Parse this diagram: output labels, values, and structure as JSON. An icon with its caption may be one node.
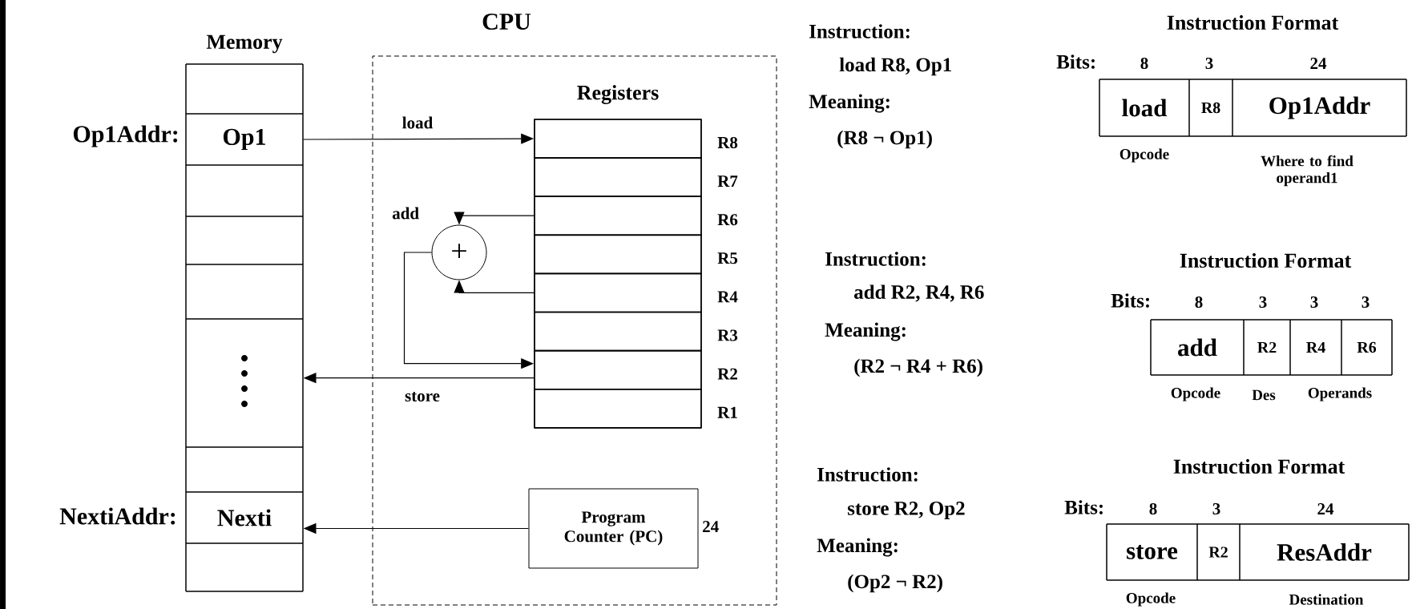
{
  "diagram": {
    "nodes": [
      {
        "text": [
          "Memory"
        ]
      },
      {
        "text": [],
        "shape": "box",
        "in": 0
      },
      {
        "text": [
          "Op1"
        ],
        "beside": [
          "Op1Addr:"
        ],
        "in": 0
      },
      {
        "text": [],
        "shape": "box",
        "in": 0
      },
      {
        "text": [],
        "shape": "box",
        "in": 0
      },
      {
        "text": [],
        "shape": "box",
        "in": 0
      },
      {
        "text": [],
        "shape": "box",
        "in": 0
      },
      {
        "text": [],
        "shape": "box",
        "in": 0
      },
      {
        "text": [
          "Nexti"
        ],
        "beside": [
          "NextiAddr:"
        ],
        "in": 0
      },
      {
        "text": [],
        "shape": "box",
        "in": 0
      },
      {
        "text": [
          "CPU"
        ]
      },
      {
        "text": [
          "Registers"
        ],
        "in": 10
      },
      {
        "text": [],
        "shape": "box",
        "beside": [
          "R8"
        ],
        "in": 11
      },
      {
        "text": [],
        "shape": "box",
        "beside": [
          "R7"
        ],
        "in": 11
      },
      {
        "text": [],
        "shape": "box",
        "beside": [
          "R6"
        ],
        "in": 11
      },
      {
        "text": [],
        "shape": "box",
        "beside": [
          "R5"
        ],
        "in": 11
      },
      {
        "text": [],
        "shape": "box",
        "beside": [
          "R4"
        ],
        "in": 11
      },
      {
        "text": [],
        "shape": "box",
        "beside": [
          "R3"
        ],
        "in": 11
      },
      {
        "text": [],
        "shape": "box",
        "beside": [
          "R2"
        ],
        "in": 11
      },
      {
        "text": [],
        "shape": "box",
        "beside": [
          "R1"
        ],
        "in": 11
      },
      {
        "text": [
          "+"
        ],
        "beside": [
          "add"
        ],
        "in": 10
      },
      {
        "text": [
          "Program Counter (PC)"
        ],
        "beside": [
          "24"
        ],
        "in": 10
      },
      {
        "text": [
          "Instruction Format"
        ]
      },
      {
        "text": [
          "load"
        ],
        "in": 22
      },
      {
        "text": [
          "R8"
        ],
        "in": 22
      },
      {
        "text": [
          "Op1Addr"
        ],
        "in": 22
      },
      {
        "text": [
          "Instruction Format"
        ]
      },
      {
        "text": [
          "add"
        ],
        "in": 26
      },
      {
        "text": [
          "R2"
        ],
        "in": 26
      },
      {
        "text": [
          "R4"
        ],
        "in": 26
      },
      {
        "text": [
          "R6"
        ],
        "in": 26
      },
      {
        "text": [
          "Instruction Format"
        ]
      },
      {
        "text": [
          "store"
        ],
        "in": 31
      },
      {
        "text": [
          "R2"
        ],
        "in": 31
      },
      {
        "text": [
          "ResAddr"
        ],
        "in": 31
      }
    ],
    "edges": [
      {
        "from": 2,
        "to": 12,
        "arrow": "to",
        "label": "load"
      },
      {
        "from": 14,
        "to": 20,
        "arrow": "to"
      },
      {
        "from": 16,
        "to": 20,
        "arrow": "to"
      },
      {
        "from": 20,
        "to": 18,
        "arrow": "to"
      },
      {
        "from": 18,
        "to": 6,
        "arrow": "to",
        "label": "store"
      },
      {
        "from": 21,
        "to": 8,
        "arrow": "to"
      }
    ],
    "labels": [
      "Instruction:",
      "load R8, Op1",
      "Meaning:",
      "(R8 ¬ Op1)",
      "Bits:",
      "8",
      "3",
      "24",
      "Opcode",
      "Where to find operand1",
      "Instruction:",
      "add R2, R4, R6",
      "Meaning:",
      "(R2 ¬ R4 + R6)",
      "Bits:",
      "8",
      "3",
      "3",
      "3",
      "Opcode",
      "Des",
      "Operands",
      "Instruction:",
      "store R2, Op2",
      "Meaning:",
      "(Op2 ¬ R2)",
      "Bits:",
      "8",
      "3",
      "24",
      "Opcode",
      "Destination"
    ]
  }
}
